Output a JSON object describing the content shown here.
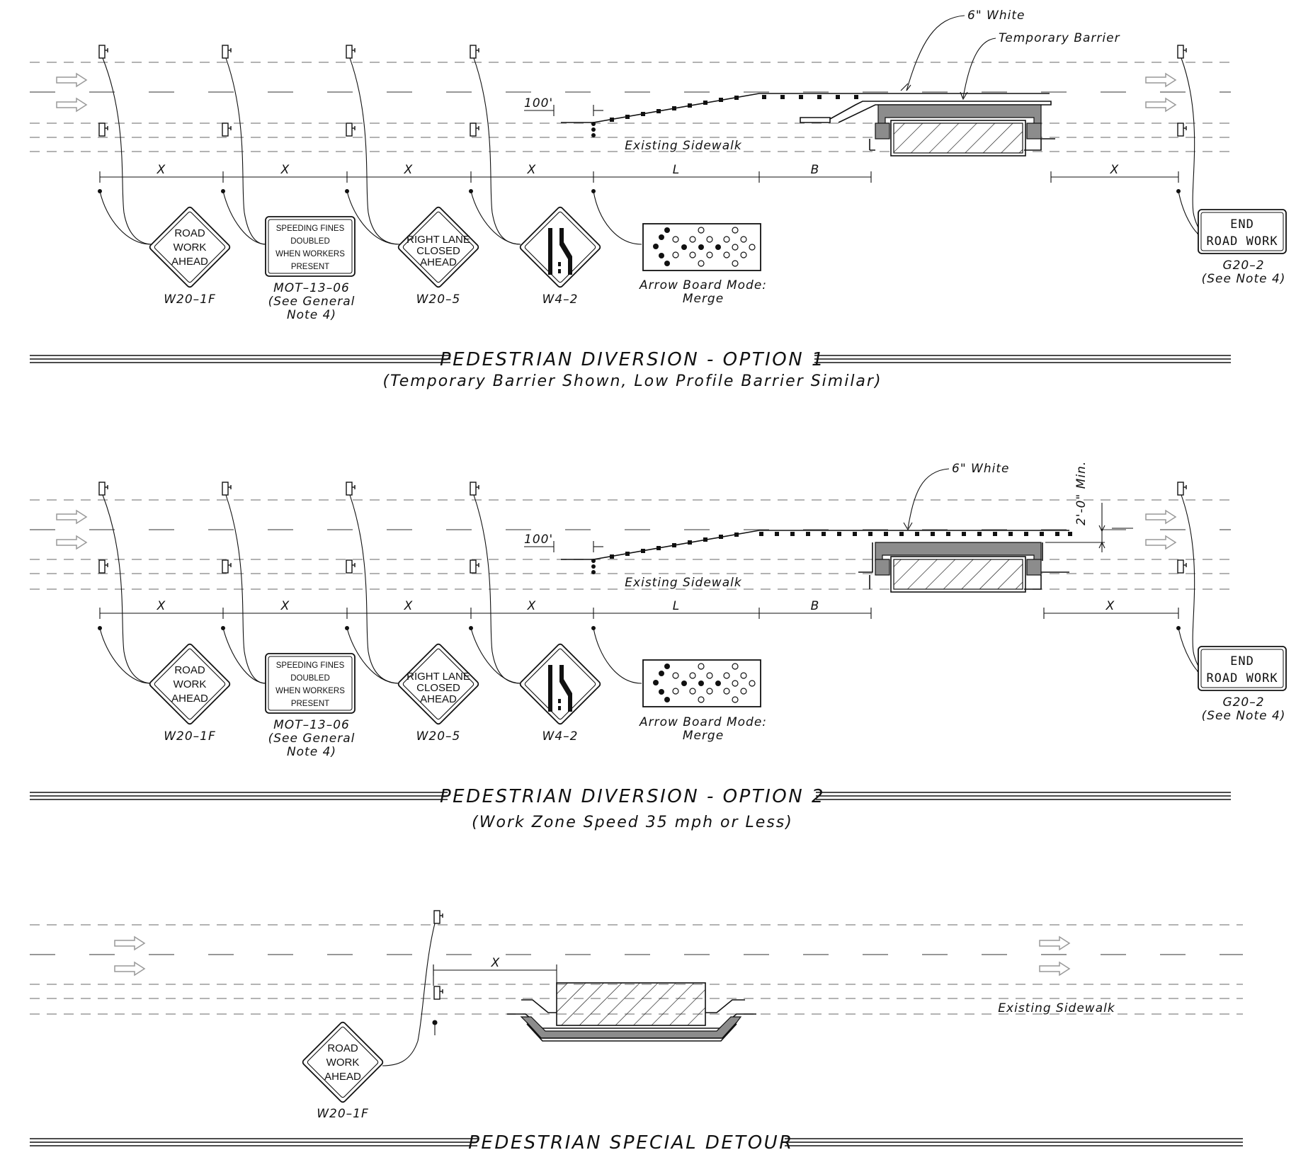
{
  "sections": [
    {
      "title": "PEDESTRIAN DIVERSION - OPTION 1",
      "subtitle": "(Temporary Barrier Shown, Low Profile Barrier Similar)",
      "callouts": {
        "white_line": "6\" White",
        "barrier": "Temporary Barrier",
        "offset": "100'",
        "sidewalk": "Existing Sidewalk"
      },
      "dims": {
        "x": "X",
        "l": "L",
        "b": "B"
      },
      "signs": {
        "road_work_ahead": [
          "ROAD",
          "WORK",
          "AHEAD"
        ],
        "road_work_ahead_code": "W20–1F",
        "speeding": [
          "SPEEDING FINES",
          "DOUBLED",
          "WHEN WORKERS",
          "PRESENT"
        ],
        "speeding_code": [
          "MOT–13–06",
          "(See General",
          "Note 4)"
        ],
        "right_lane": [
          "RIGHT LANE",
          "CLOSED",
          "AHEAD"
        ],
        "right_lane_code": "W20–5",
        "merge_code": "W4–2",
        "arrow_board": [
          "Arrow Board Mode:",
          "Merge"
        ],
        "end_road_work": [
          "END",
          "ROAD WORK"
        ],
        "end_code": [
          "G20–2",
          "(See Note 4)"
        ]
      }
    },
    {
      "title": "PEDESTRIAN DIVERSION - OPTION 2",
      "subtitle": "(Work Zone Speed 35 mph or Less)",
      "callouts": {
        "white_line": "6\" White",
        "min_offset": "2'-0\" Min.",
        "offset": "100'",
        "sidewalk": "Existing Sidewalk"
      },
      "dims": {
        "x": "X",
        "l": "L",
        "b": "B"
      },
      "signs": {
        "road_work_ahead": [
          "ROAD",
          "WORK",
          "AHEAD"
        ],
        "road_work_ahead_code": "W20–1F",
        "speeding": [
          "SPEEDING FINES",
          "DOUBLED",
          "WHEN WORKERS",
          "PRESENT"
        ],
        "speeding_code": [
          "MOT–13–06",
          "(See General",
          "Note 4)"
        ],
        "right_lane": [
          "RIGHT LANE",
          "CLOSED",
          "AHEAD"
        ],
        "right_lane_code": "W20–5",
        "merge_code": "W4–2",
        "arrow_board": [
          "Arrow Board Mode:",
          "Merge"
        ],
        "end_road_work": [
          "END",
          "ROAD WORK"
        ],
        "end_code": [
          "G20–2",
          "(See Note 4)"
        ]
      }
    },
    {
      "title": "PEDESTRIAN SPECIAL DETOUR",
      "callouts": {
        "sidewalk": "Existing Sidewalk"
      },
      "dims": {
        "x": "X"
      },
      "signs": {
        "road_work_ahead": [
          "ROAD",
          "WORK",
          "AHEAD"
        ],
        "road_work_ahead_code": "W20–1F"
      }
    }
  ]
}
